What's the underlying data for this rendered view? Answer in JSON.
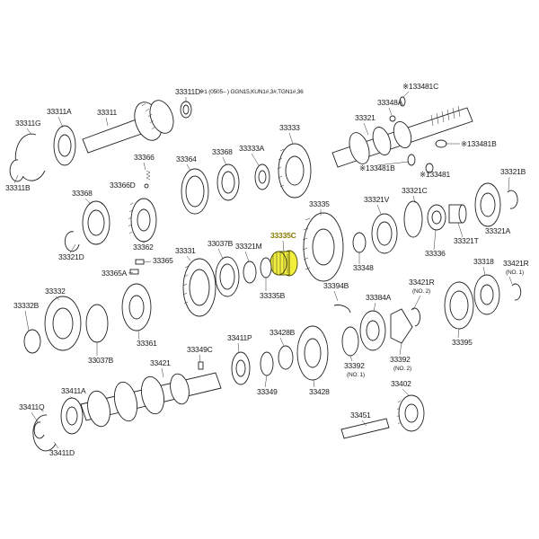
{
  "diagram": {
    "highlight_color": "#f2ee3c",
    "highlighted_part": "33335C",
    "notes": {
      "shaft_note": "※1 (0505–    ) GGN15,KUN1#,3#,TGN1#,36"
    },
    "labels": [
      {
        "id": "33311D",
        "text": "33311D"
      },
      {
        "id": "33311A",
        "text": "33311A"
      },
      {
        "id": "33311",
        "text": "33311"
      },
      {
        "id": "33311G",
        "text": "33311G"
      },
      {
        "id": "33311B",
        "text": "33311B"
      },
      {
        "id": "133481C",
        "text": "※133481C"
      },
      {
        "id": "33348A",
        "text": "33348A"
      },
      {
        "id": "33321",
        "text": "33321"
      },
      {
        "id": "133481B",
        "text": "※133481B"
      },
      {
        "id": "133481B-2",
        "text": "※133481B"
      },
      {
        "id": "133481",
        "text": "※133481"
      },
      {
        "id": "33333",
        "text": "33333"
      },
      {
        "id": "33366",
        "text": "33366"
      },
      {
        "id": "33364",
        "text": "33364"
      },
      {
        "id": "33368",
        "text": "33368"
      },
      {
        "id": "33333A",
        "text": "33333A"
      },
      {
        "id": "33366D",
        "text": "33366D"
      },
      {
        "id": "33321B",
        "text": "33321B"
      },
      {
        "id": "33368-2",
        "text": "33368"
      },
      {
        "id": "33335",
        "text": "33335"
      },
      {
        "id": "33321V",
        "text": "33321V"
      },
      {
        "id": "33321C",
        "text": "33321C"
      },
      {
        "id": "33335C",
        "text": "33335C"
      },
      {
        "id": "33321D",
        "text": "33321D"
      },
      {
        "id": "33321A",
        "text": "33321A"
      },
      {
        "id": "33362",
        "text": "33362"
      },
      {
        "id": "33331",
        "text": "33331"
      },
      {
        "id": "33037B",
        "text": "33037B"
      },
      {
        "id": "33321M",
        "text": "33321M"
      },
      {
        "id": "33336",
        "text": "33336"
      },
      {
        "id": "33321T",
        "text": "33321T"
      },
      {
        "id": "33365",
        "text": "33365"
      },
      {
        "id": "33365A",
        "text": "33365A"
      },
      {
        "id": "33348",
        "text": "33348"
      },
      {
        "id": "33318",
        "text": "33318"
      },
      {
        "id": "33421R",
        "text": "33421R"
      },
      {
        "id": "no1-a",
        "text": "(NO. 1)"
      },
      {
        "id": "33335B",
        "text": "33335B"
      },
      {
        "id": "33394B",
        "text": "33394B"
      },
      {
        "id": "33421R-2",
        "text": "33421R"
      },
      {
        "id": "no2-a",
        "text": "(NO. 2)"
      },
      {
        "id": "33332",
        "text": "33332"
      },
      {
        "id": "33384A",
        "text": "33384A"
      },
      {
        "id": "33332B",
        "text": "33332B"
      },
      {
        "id": "33395",
        "text": "33395"
      },
      {
        "id": "33037B-2",
        "text": "33037B"
      },
      {
        "id": "33361",
        "text": "33361"
      },
      {
        "id": "33411P",
        "text": "33411P"
      },
      {
        "id": "33428B",
        "text": "33428B"
      },
      {
        "id": "33349C",
        "text": "33349C"
      },
      {
        "id": "33421",
        "text": "33421"
      },
      {
        "id": "33392",
        "text": "33392"
      },
      {
        "id": "no1-b",
        "text": "(NO. 1)"
      },
      {
        "id": "33392-2",
        "text": "33392"
      },
      {
        "id": "no2-b",
        "text": "(NO. 2)"
      },
      {
        "id": "33411A",
        "text": "33411A"
      },
      {
        "id": "33349",
        "text": "33349"
      },
      {
        "id": "33428",
        "text": "33428"
      },
      {
        "id": "33402",
        "text": "33402"
      },
      {
        "id": "33411Q",
        "text": "33411Q"
      },
      {
        "id": "33451",
        "text": "33451"
      },
      {
        "id": "33411D-2",
        "text": "33411D"
      }
    ]
  }
}
